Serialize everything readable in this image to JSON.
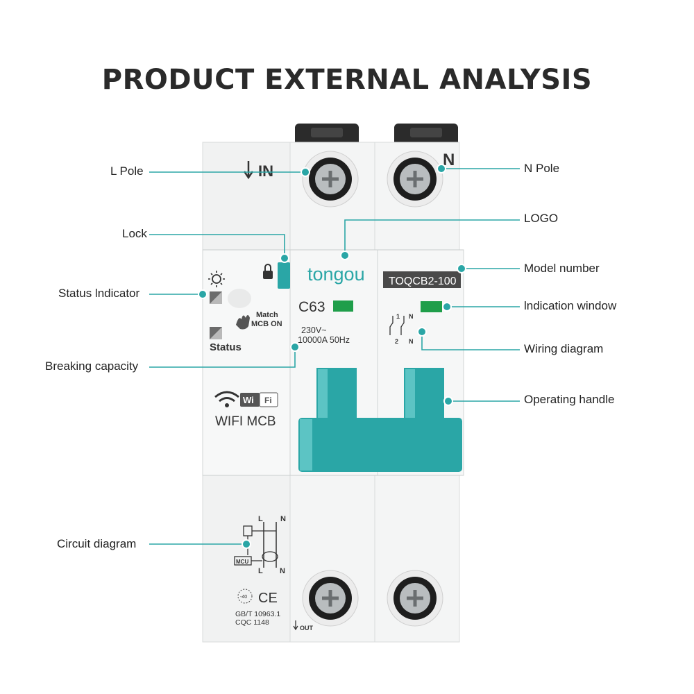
{
  "title": "PRODUCT EXTERNAL ANALYSIS",
  "callouts_left": {
    "l_pole": "L  Pole",
    "lock": "Lock",
    "status_indicator": "Status lndicator",
    "breaking_capacity": "Breaking capacity",
    "circuit_diagram": "Circuit diagram"
  },
  "callouts_right": {
    "n_pole": "N   Pole",
    "logo": "LOGO",
    "model_number": "Model number",
    "indication_window": "lndication window",
    "wiring_diagram": "Wiring diagram",
    "operating_handle": "Operating handle"
  },
  "device": {
    "in_label": "IN",
    "n_label": "N",
    "brand": "tongou",
    "model": "TOQCB2-100",
    "rating": "C63",
    "voltage": "230V~",
    "capacity_freq": "10000A  50Hz",
    "match_line1": "Match",
    "match_line2": "MCB ON",
    "status": "Status",
    "wi_badge": "Wi",
    "fi_badge": "Fi",
    "wifi_mcb": "WIFI MCB",
    "standard_line1": "GB/T 10963.1",
    "standard_line2": "CQC 1148",
    "out_label": "OUT",
    "ce_mark": "CE",
    "temp_mark": "-40",
    "mcu_label": "MCU",
    "diag_L": "L",
    "diag_N": "N",
    "diag_L_bottom": "L",
    "diag_N_bottom": "N",
    "wd_1": "1",
    "wd_2": "2",
    "wd_N_top": "N",
    "wd_N_bottom": "N"
  },
  "colors": {
    "accent": "#2aa6a6",
    "indicator_green": "#1f9e4a",
    "body": "#f3f4f4",
    "model_badge": "#4a4a4a"
  }
}
